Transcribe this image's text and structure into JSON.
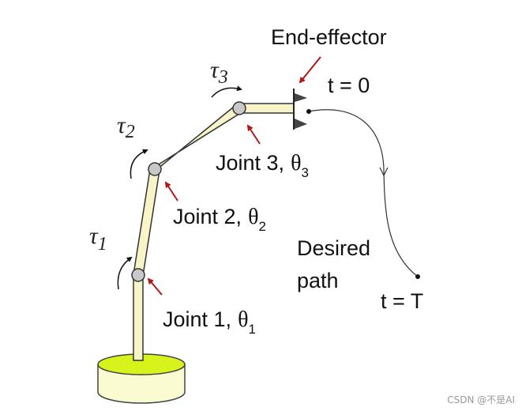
{
  "labels": {
    "end_effector": "End-effector",
    "t_start": "t = 0",
    "t_end": "t = T",
    "desired_path_line1": "Desired",
    "desired_path_line2": "path"
  },
  "joints": [
    {
      "name": "Joint 1,",
      "symbol": "θ",
      "sub": "1"
    },
    {
      "name": "Joint 2,",
      "symbol": "θ",
      "sub": "2"
    },
    {
      "name": "Joint 3,",
      "symbol": "θ",
      "sub": "3"
    }
  ],
  "torques": [
    {
      "symbol": "τ",
      "sub": "1"
    },
    {
      "symbol": "τ",
      "sub": "2"
    },
    {
      "symbol": "τ",
      "sub": "3"
    }
  ],
  "watermark": "CSDN @不是AI",
  "colors": {
    "link_fill": "#f7f5c8",
    "link_stroke": "#333333",
    "joint_fill": "#c8c8c8",
    "base_top": "#d8f21c",
    "base_side": "#fbfbd2",
    "pointer_arrow": "#b01818",
    "path": "#333333"
  }
}
